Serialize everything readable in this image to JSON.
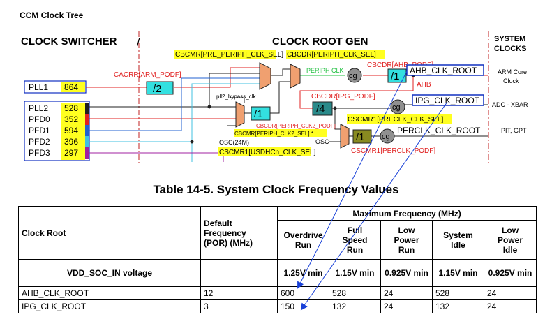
{
  "diagram": {
    "title": "CCM Clock Tree",
    "sections": {
      "switcher": "CLOCK SWITCHER",
      "root_gen": "CLOCK ROOT GEN",
      "system_clocks_1": "SYSTEM",
      "system_clocks_2": "CLOCKS"
    },
    "pll_inputs": [
      {
        "name": "PLL1",
        "value": "864"
      },
      {
        "name": "PLL2",
        "value": "528"
      },
      {
        "name": "PFD0",
        "value": "352"
      },
      {
        "name": "PFD1",
        "value": "594"
      },
      {
        "name": "PFD2",
        "value": "396"
      },
      {
        "name": "PFD3",
        "value": "297"
      }
    ],
    "mux_labels": {
      "pre_periph": "CBCMR[PRE_PERIPH_CLK_SEL]",
      "periph": "CBCDR[PERIPH_CLK_SEL]",
      "periph_clk2": "CBCMR[PERIPH_CLK2_SEL] *",
      "usdhc": "CSCMR1[USDHCn_CLK_SEL]",
      "perclk_sel": "CSCMR1[PRECLK_CLK_SEL]"
    },
    "divider_labels": {
      "arm_podf": "CACRR[ARM_PODF]",
      "ahb_podf": "CBCDR[AHB_PODF]",
      "ipg_podf": "CBCDR[IPG_PODF]",
      "periph_clk2_podf": "CBCDR[PERIPH_CLK2_PODF]",
      "perclk_podf": "CSCMR1[PERCLK_PODF]"
    },
    "dividers": {
      "arm": "/2",
      "ahb": "/1",
      "ipg": "/4",
      "periph_clk2": "/1",
      "perclk": "/1"
    },
    "signals": {
      "periph_clk": "PERIPH CLK",
      "pll2_bypass": "pll2_bypass_clk",
      "osc24m": "OSC(24M)",
      "osc": "OSC",
      "ahb": "AHB",
      "cg": "cg"
    },
    "roots": {
      "ahb": "AHB_CLK_ROOT",
      "ipg": "IPG_CLK_ROOT",
      "perclk": "PERCLK_CLK_ROOT"
    },
    "system_clocks": {
      "arm_1": "ARM Core",
      "arm_2": "Clock",
      "adc": "ADC - XBAR",
      "pit": "PIT, GPT"
    },
    "colors": {
      "mux_fill": "#f0a070",
      "divider_cyan": "#33e0e0",
      "divider_teal": "#2a8a8a",
      "divider_olive": "#888a20",
      "label_yellow": "#ffff20",
      "root_box": "#1030c0",
      "arrow": "#1840d8"
    }
  },
  "table": {
    "title": "Table 14-5.  System Clock Frequency Values",
    "headers": {
      "clock_root": "Clock Root",
      "default_1": "Default",
      "default_2": "Frequency",
      "default_3": "(POR) (MHz)",
      "max_freq": "Maximum Frequency (MHz)",
      "cols": [
        [
          "Overdrive",
          "Run"
        ],
        [
          "Full",
          "Speed",
          "Run"
        ],
        [
          "Low",
          "Power",
          "Run"
        ],
        [
          "System",
          "Idle"
        ],
        [
          "Low",
          "Power",
          "Idle"
        ]
      ]
    },
    "voltage_row": {
      "label": "VDD_SOC_IN voltage",
      "values": [
        "1.25V min",
        "1.15V min",
        "0.925V min",
        "1.15V min",
        "0.925V min"
      ]
    },
    "rows": [
      {
        "name": "AHB_CLK_ROOT",
        "default": "12",
        "values": [
          "600",
          "528",
          "24",
          "528",
          "24"
        ]
      },
      {
        "name": "IPG_CLK_ROOT",
        "default": "3",
        "values": [
          "150",
          "132",
          "24",
          "132",
          "24"
        ]
      }
    ]
  }
}
